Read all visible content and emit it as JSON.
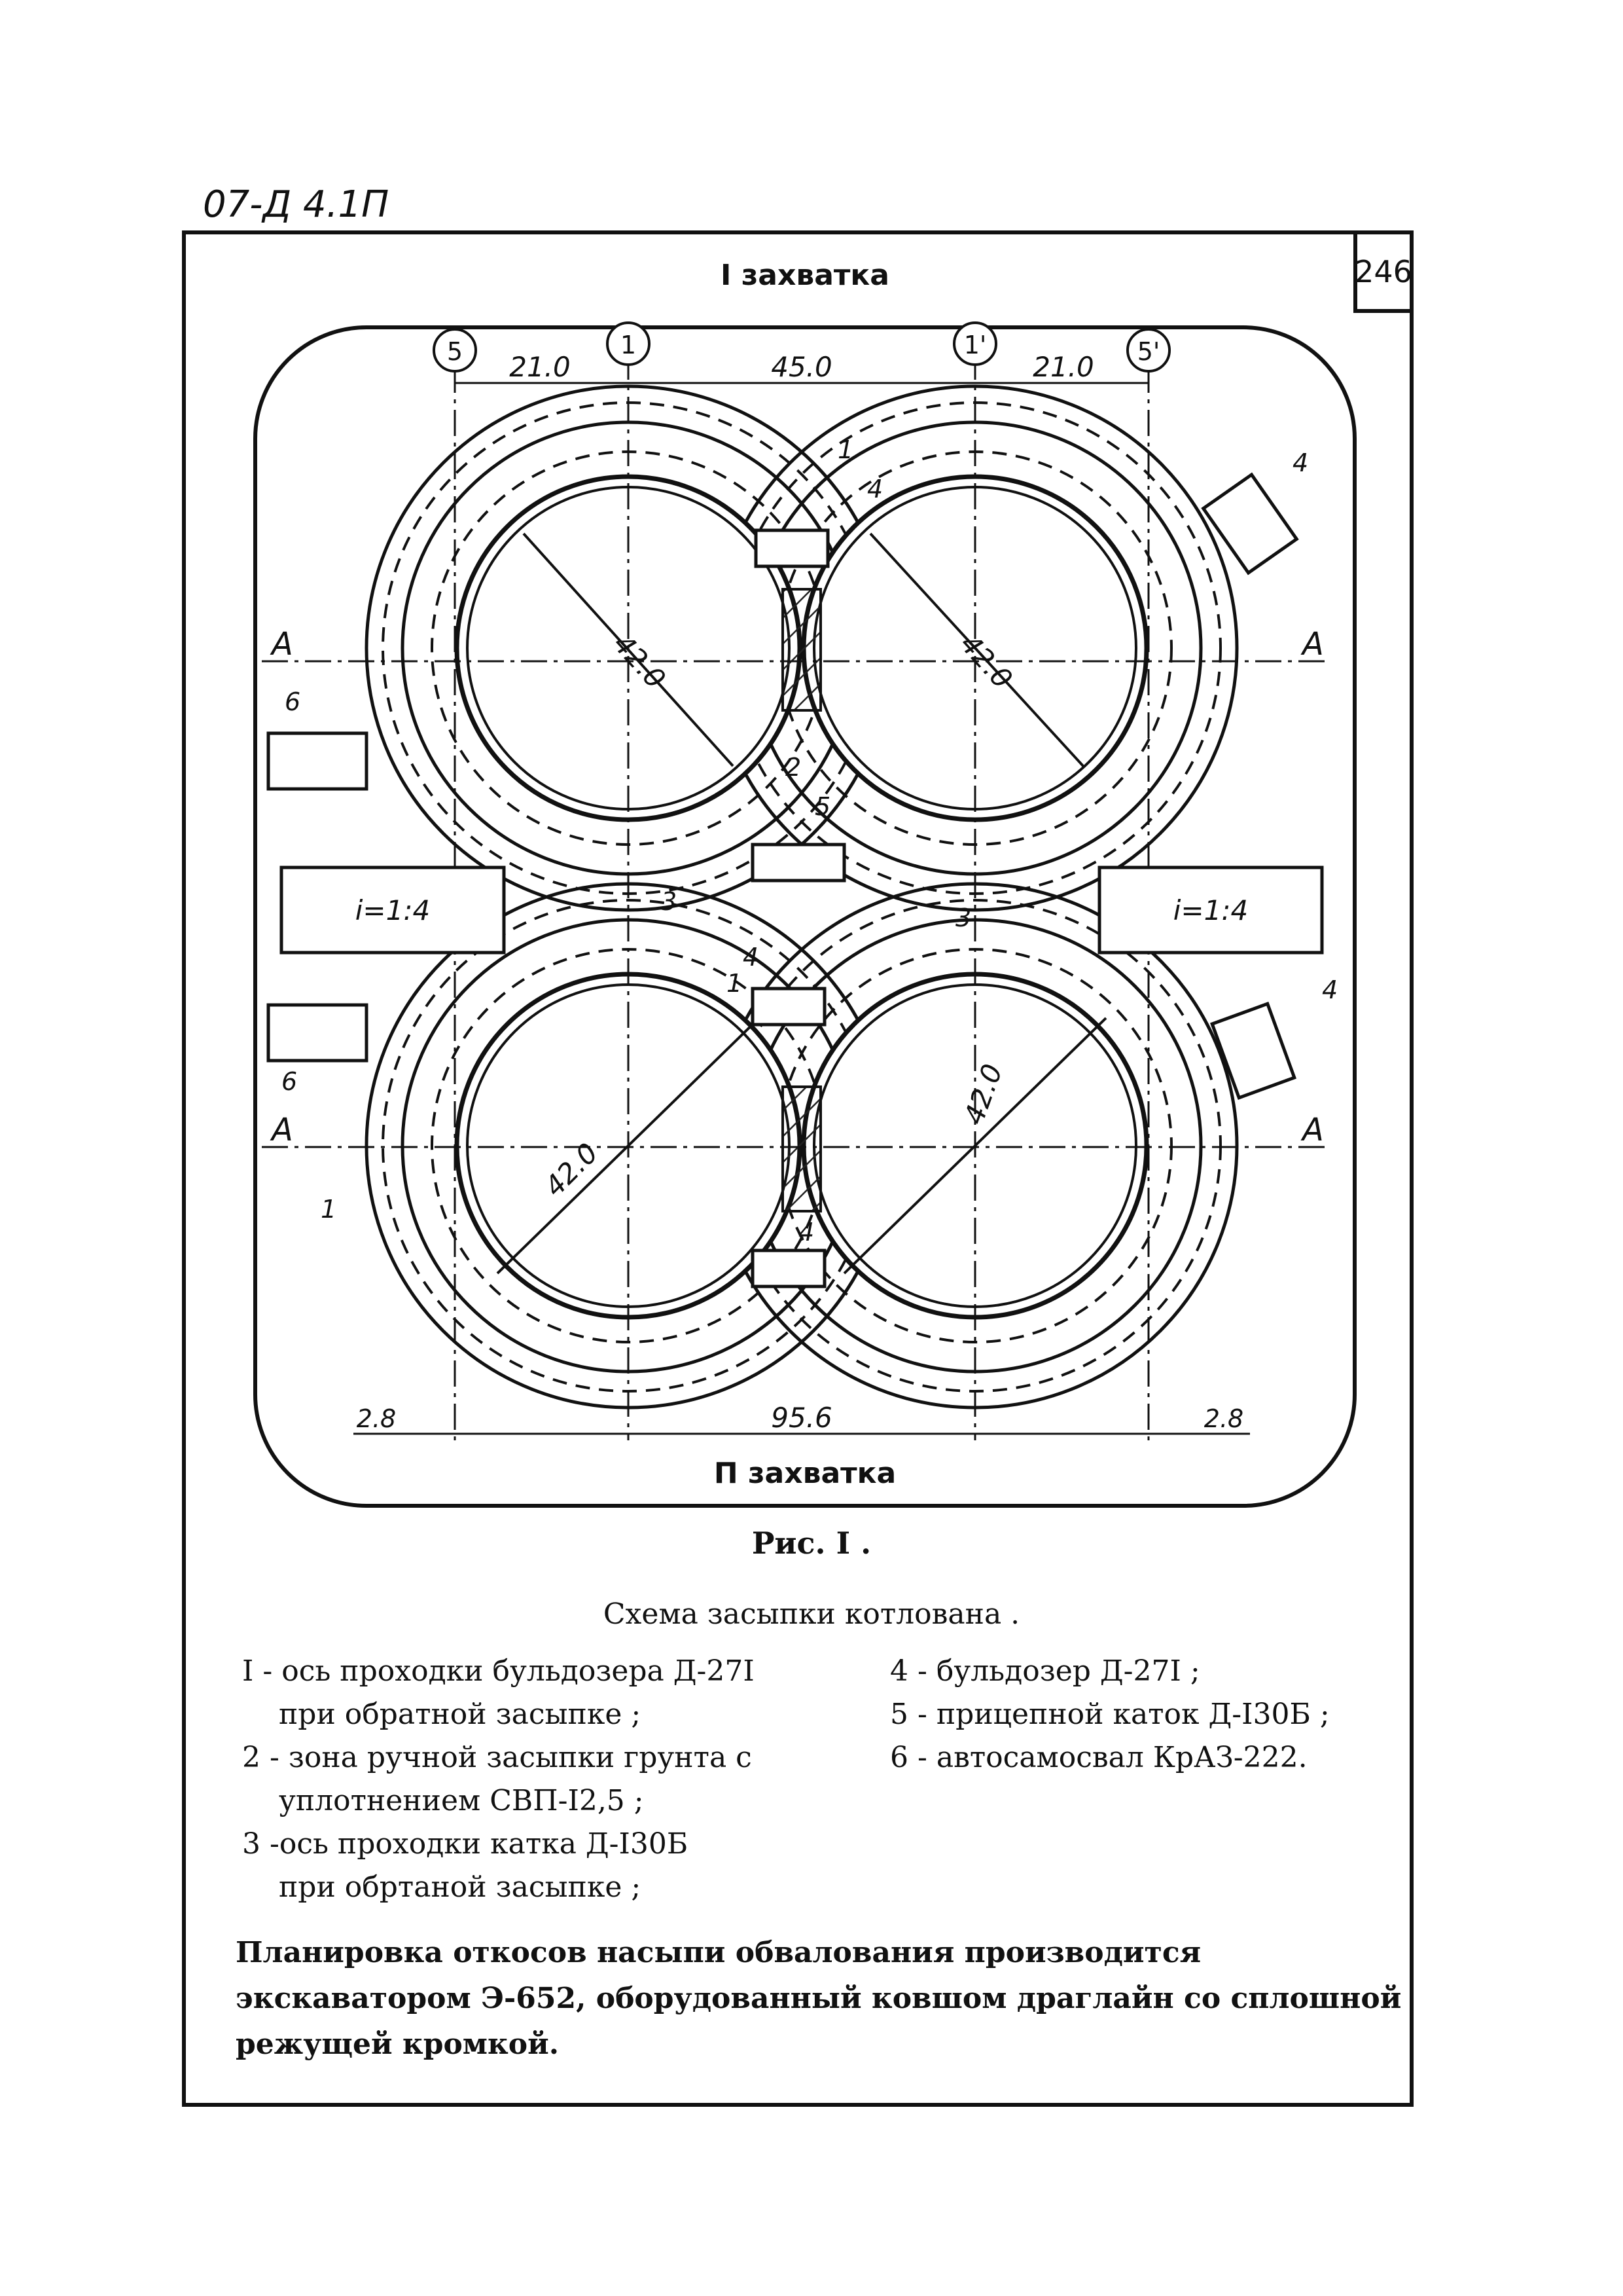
{
  "header": {
    "doc_code": "07-Д 4.1П",
    "sheet_number": "246"
  },
  "drawing": {
    "top_label": "I захватка",
    "bottom_label": "П захватка",
    "axis_marks": [
      "5",
      "1",
      "1'",
      "5'"
    ],
    "dims_top": [
      "21.0",
      "45.0",
      "21.0"
    ],
    "dims_bottom": [
      "2.8",
      "95.6",
      "2.8"
    ],
    "diameters": [
      "42.0",
      "42.0",
      "42.0",
      "42.0"
    ],
    "section_marks": [
      "A",
      "A",
      "A",
      "A"
    ],
    "slopes": [
      "i=1:4",
      "i=1:4"
    ],
    "callouts": [
      "1",
      "1",
      "1",
      "2",
      "3",
      "3",
      "4",
      "4",
      "4",
      "4",
      "4",
      "5",
      "6",
      "6"
    ],
    "colors": {
      "ink": "#111111",
      "paper": "#ffffff",
      "hatch": "#222222"
    }
  },
  "figure": {
    "number": "Рис. I .",
    "title": "Схема засыпки котлована ."
  },
  "legend": {
    "left": [
      "I - ось проходки бульдозера Д-27I",
      "    при обратной засыпке ;",
      "2 - зона ручной засыпки грунта с",
      "    уплотнением СВП-I2,5 ;",
      "3 -ось проходки катка Д-I30Б",
      "    при обртаной засыпке ;"
    ],
    "right": [
      "4 - бульдозер Д-27I ;",
      "5 - прицепной каток Д-I30Б ;",
      "6 - автосамосвал КрАЗ-222."
    ]
  },
  "note": "Планировка откосов насыпи обвалования производится экскаватором Э-652, оборудованный ковшом драглайн со сплошной режущей кромкой."
}
